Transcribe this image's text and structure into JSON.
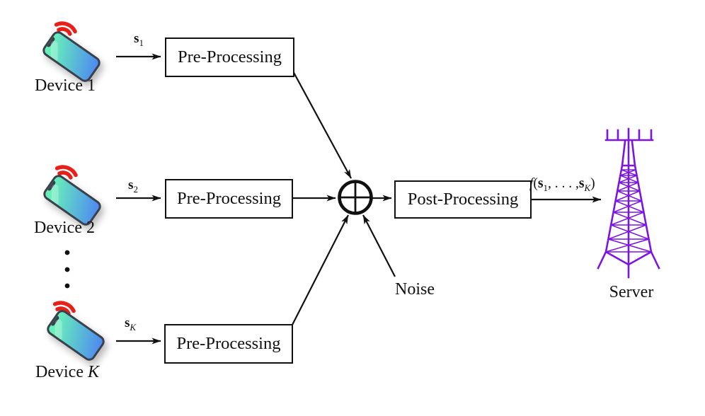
{
  "colors": {
    "wifi": "#e82019",
    "tower": "#7b15e0",
    "screen_top": "#67eeb9",
    "screen_bottom": "#4f8bf0",
    "line": "#111111"
  },
  "devices": [
    {
      "name": "Device",
      "index": "1",
      "signal": "s"
    },
    {
      "name": "Device",
      "index": "2",
      "signal": "s"
    },
    {
      "name": "Device",
      "index": "K",
      "signal": "s"
    }
  ],
  "boxes": {
    "pre": "Pre-Processing",
    "post": "Post-Processing"
  },
  "sum_node": {
    "icon": "circled-plus",
    "symbol": "⊕"
  },
  "noise": {
    "label": "Noise"
  },
  "server": {
    "label": "Server",
    "icon": "radio-tower"
  },
  "output_label": {
    "f": "f",
    "open": "(",
    "s_first": "s",
    "sub_first": "1",
    "dots": ", . . . ,",
    "s_last": "s",
    "sub_last": "K",
    "close": ")"
  },
  "icons": {
    "device": "smartphone-icon",
    "wifi": "wifi-icon",
    "sum": "circled-plus-icon",
    "server": "radio-tower-icon",
    "continuation": "vertical-ellipsis"
  }
}
